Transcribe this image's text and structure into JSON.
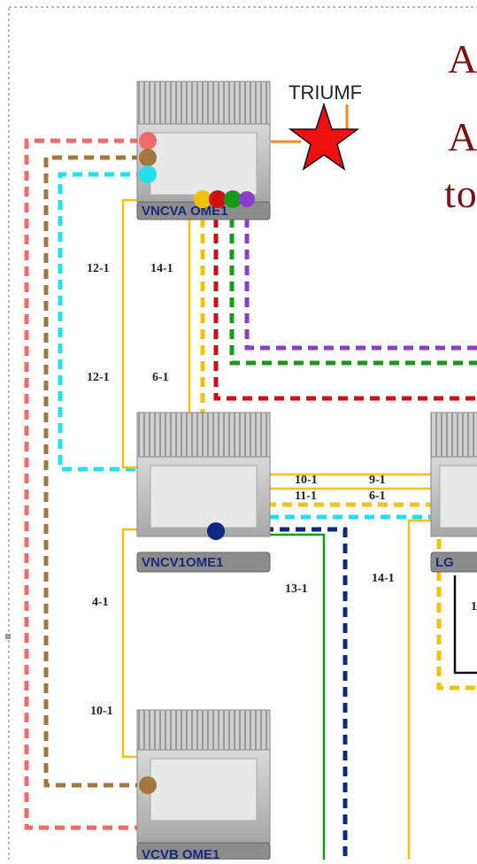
{
  "site": {
    "label": "TRIUMF"
  },
  "text_fragments": [
    "A",
    "A",
    "to"
  ],
  "nodes": [
    {
      "id": "top",
      "label": "VNCVA OME1"
    },
    {
      "id": "mid",
      "label": "VNCV1OME1"
    },
    {
      "id": "bottom",
      "label": "VCVB OME1"
    },
    {
      "id": "right",
      "label": "LG"
    }
  ],
  "port_labels": [
    "12-1",
    "14-1",
    "12-1",
    "6-1",
    "10-1",
    "9-1",
    "11-1",
    "6-1",
    "4-1",
    "13-1",
    "14-1",
    "10-1",
    "1"
  ],
  "colors": {
    "salmon": "#f36a6a",
    "brown": "#a07840",
    "cyan": "#22e0f0",
    "yellow": "#f5c20a",
    "red": "#cc1111",
    "green": "#159b15",
    "purple": "#8a3ec9",
    "navy": "#0c2a80",
    "orange": "#f08a20",
    "star": "#ee1111"
  }
}
